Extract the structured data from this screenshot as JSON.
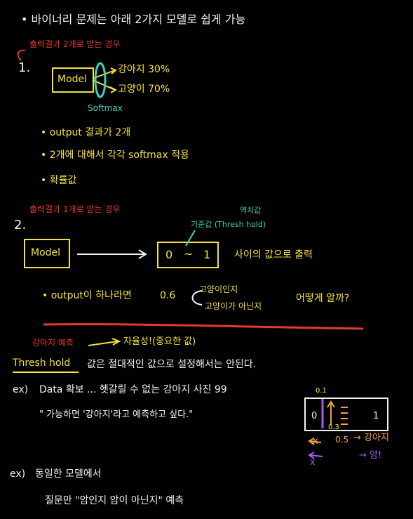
{
  "line1": "• 바이너리 문제는 아래 2가지 모델로 쉽게 가능",
  "case1": {
    "header": "출력결과 2개로 받는 경우",
    "number": "1.",
    "model_label": "Model",
    "out1": "강아지 30%",
    "out2": "고양이 70%",
    "softmax_label": "Softmax",
    "bullet1": "• output 결과가 2개",
    "bullet2": "• 2개에 대해서 각각 softmax 적용",
    "bullet3": "• 확률값"
  },
  "case2": {
    "header": "출력결과 1개로 받는 경우",
    "number": "2.",
    "model_label": "Model",
    "box_left": "0",
    "box_mid": "~",
    "box_right": "1",
    "thresh_top": "역치값",
    "thresh_label": "기준값 (Thresh hold)",
    "output_range": "사이의 값으로 출력",
    "bullet1": "• output이 하나라면",
    "value": "0.6",
    "option1": "고양이인지",
    "option2": "고양이가 아닌지",
    "question": "어떻게 알까?"
  },
  "note": {
    "predict": "강아지 예측",
    "autonomy": "자율성!(중요한 값)",
    "thresh_word": "Thresh hold",
    "sentence": "값은 절대적인 값으로 설정해서는 안된다."
  },
  "ex1": {
    "prefix": "ex)",
    "line1": "Data 확보 ... 헷갈릴 수 없는 강아지 사진 99",
    "line2": "\" 가능하면 '강아지'라고 예측하고 싶다.\"",
    "diagram": {
      "top": "0.1",
      "left": "0",
      "right": "1",
      "bottom": "0.3",
      "orange_x": "x",
      "mid": "0.5",
      "arrow_dog": "→ 강아지",
      "purple_x": "x",
      "arrow_unknown": "→ 암!"
    }
  },
  "ex2": {
    "prefix": "ex)",
    "line1": "동일한 모델에서",
    "line2": "질문만 \"암인지 암이 아닌지\" 예측"
  }
}
